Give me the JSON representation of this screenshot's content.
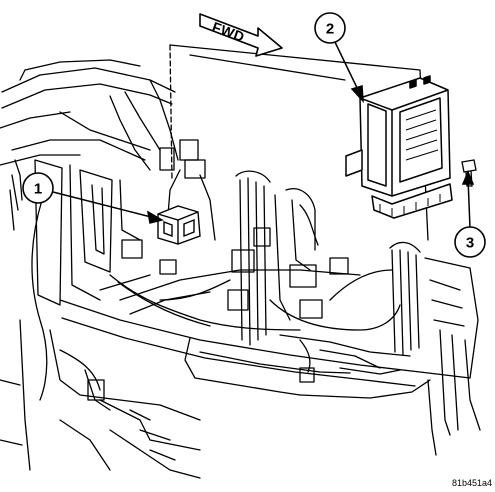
{
  "direction_label": "FWD",
  "callouts": [
    {
      "number": "1"
    },
    {
      "number": "2"
    },
    {
      "number": "3"
    }
  ],
  "figure_id": "81b451a4"
}
